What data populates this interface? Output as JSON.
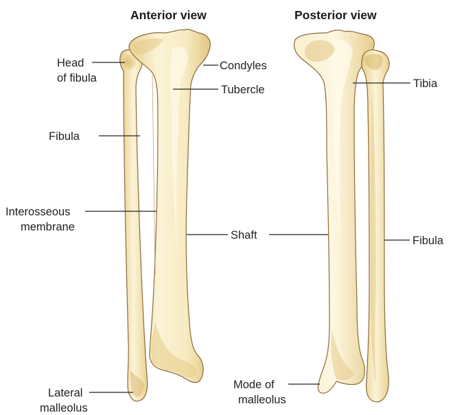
{
  "titles": {
    "anterior": "Anterior view",
    "posterior": "Posterior view"
  },
  "anterior_labels": {
    "head_of_fibula_line1": "Head",
    "head_of_fibula_line2": "of fibula",
    "condyles": "Condyles",
    "tubercle": "Tubercle",
    "fibula": "Fibula",
    "interosseous_line1": "Interosseous",
    "interosseous_line2": "membrane",
    "shaft": "Shaft",
    "lateral_malleolus_line1": "Lateral",
    "lateral_malleolus_line2": "malleolus"
  },
  "posterior_labels": {
    "tibia": "Tibia",
    "fibula": "Fibula",
    "mode_of_malleolus_line1": "Mode of",
    "mode_of_malleolus_line2": "malleolus"
  },
  "colors": {
    "bone_light": "#fbf3d6",
    "bone_mid": "#f1dfa8",
    "bone_dark": "#dcbd78",
    "outline": "#8a6a3a"
  }
}
